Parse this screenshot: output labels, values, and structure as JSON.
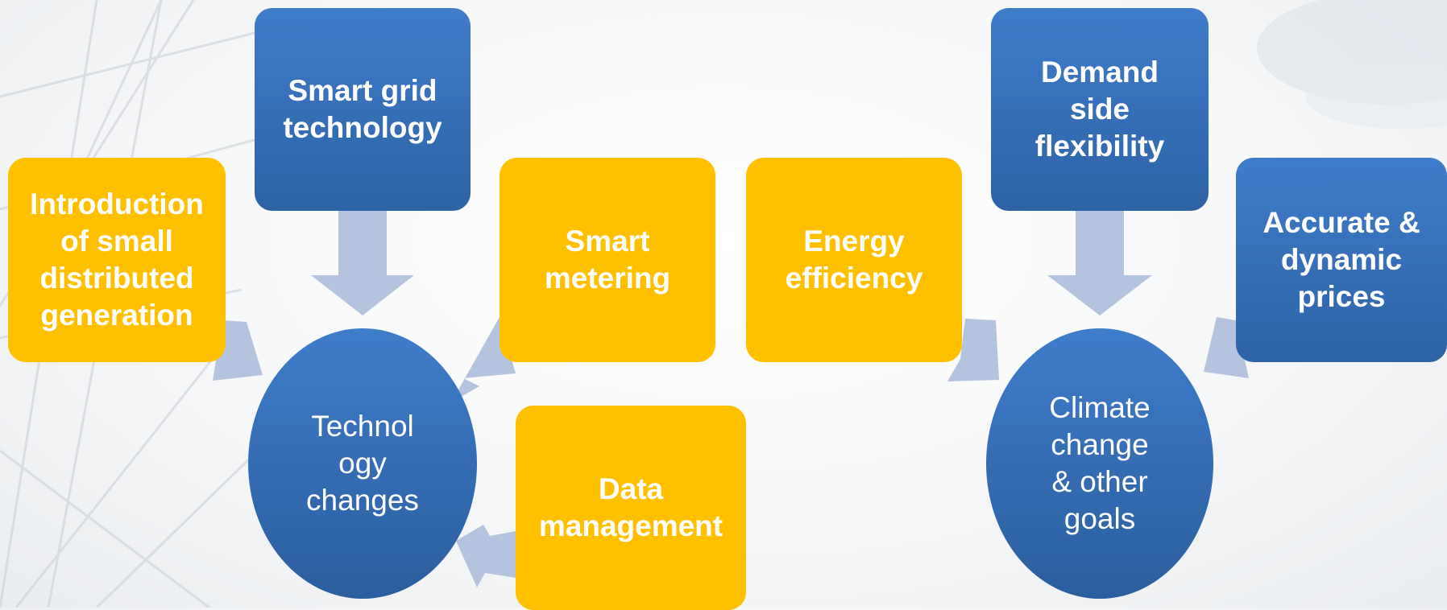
{
  "nodes": {
    "introduction": "Introduction\nof small\ndistributed\ngeneration",
    "smart_grid": "Smart grid\ntechnology",
    "smart_metering": "Smart\nmetering",
    "data_management": "Data\nmanagement",
    "energy_efficiency": "Energy\nefficiency",
    "demand_side": "Demand\nside\nflexibility",
    "accurate_prices": "Accurate &\ndynamic\nprices"
  },
  "hubs": {
    "technology": "Technol\nogy\nchanges",
    "climate": "Climate\nchange\n& other\ngoals"
  },
  "colors": {
    "yellow": "#ffc000",
    "blue": "#3272bd",
    "arrow": "#b4c4de"
  }
}
